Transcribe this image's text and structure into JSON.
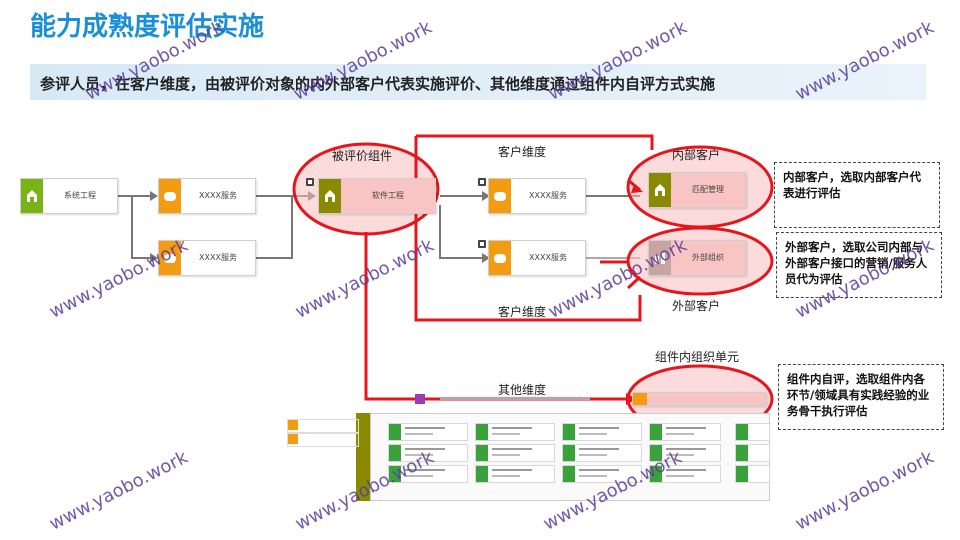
{
  "title": "能力成熟度评估实施",
  "banner": "参评人员，在客户维度，由被评价对象的内外部客户代表实施评价、其他维度通过组件内自评方式实施",
  "nodes": {
    "system_eng": "系统工程",
    "svc1": "XXXX服务",
    "svc2": "XXXX服务",
    "software_eng": "软件工程",
    "svc3": "XXXX服务",
    "svc4": "XXXX服务",
    "match_mgmt": "匹配管理",
    "external_org": "外部组织"
  },
  "labels": {
    "evaluated_component": "被评价组件",
    "customer_dim_top": "客户维度",
    "customer_dim_bottom": "客户维度",
    "internal_customer": "内部客户",
    "external_customer": "外部客户",
    "in_component_unit": "组件内组织单元",
    "other_dim": "其他维度"
  },
  "notes": {
    "internal": "内部客户，选取内部客户代表进行评估",
    "external": "外部客户，选取公司内部与外部客户接口的营销/服务人员代为评估",
    "self": "组件内自评，选取组件内各环节/领域具有实践经验的业务骨干执行评估"
  },
  "watermark": "www.yaobo.work",
  "colors": {
    "title": "#1b8fd6",
    "highlight_red": "#e8141b",
    "highlight_fill": "#f8c4c4",
    "orange": "#f39c12",
    "olive": "#8a8a00",
    "green": "#3aa23a",
    "mauve": "#c9a4a4"
  }
}
